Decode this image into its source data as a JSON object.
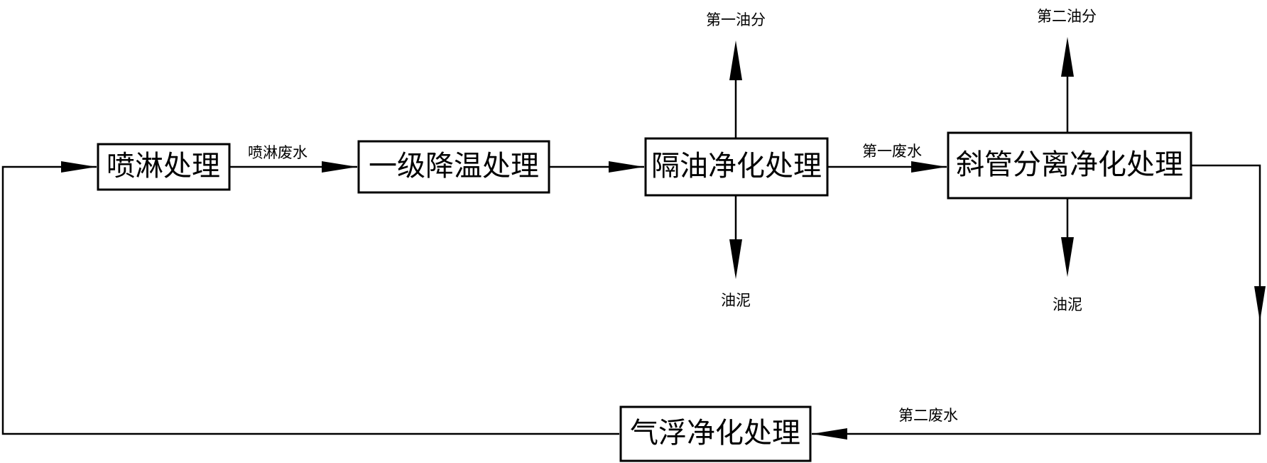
{
  "boxes": {
    "spray": "喷淋处理",
    "cooling": "一级降温处理",
    "oil_separation": "隔油净化处理",
    "inclined_tube": "斜管分离净化处理",
    "flotation": "气浮净化处理"
  },
  "labels": {
    "spray_wastewater": "喷淋废水",
    "first_oil": "第一油分",
    "first_wastewater": "第一废水",
    "sludge_1": "油泥",
    "second_oil": "第二油分",
    "sludge_2": "油泥",
    "second_wastewater": "第二废水"
  }
}
